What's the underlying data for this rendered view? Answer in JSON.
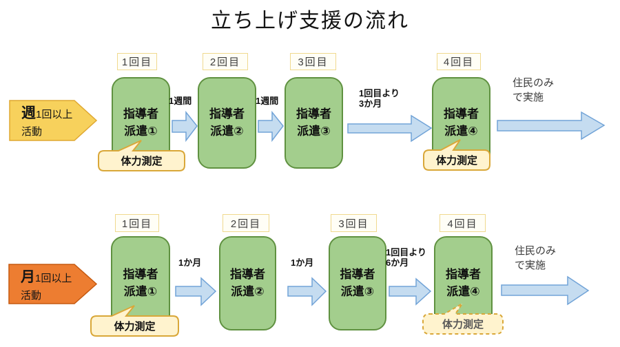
{
  "title": "立ち上げ支援の流れ",
  "colors": {
    "green_fill": "#a3ce8d",
    "green_border": "#5f9140",
    "yellow_fill": "#f7d15c",
    "yellow_border": "#dfa832",
    "orange_fill": "#ed7d31",
    "orange_border": "#c55a11",
    "blue_fill": "#c5dcf0",
    "blue_border": "#71a3d7",
    "callout_fill": "#fff3ce",
    "callout_border": "#d9a738",
    "label_fill": "#fffef6",
    "label_border": "#f0d98e"
  },
  "row1": {
    "tag_big": "週",
    "tag_rest": "1回以上",
    "tag_line2": "活動",
    "step_labels": [
      "1回目",
      "2回目",
      "3回目",
      "4回目"
    ],
    "boxes": [
      {
        "line1": "指導者",
        "line2": "派遣①"
      },
      {
        "line1": "指導者",
        "line2": "派遣②"
      },
      {
        "line1": "指導者",
        "line2": "派遣③"
      },
      {
        "line1": "指導者",
        "line2": "派遣④"
      }
    ],
    "arrow_label_1": "1週間",
    "arrow_label_2": "1週間",
    "arrow_label_3_line1": "1回目より",
    "arrow_label_3_line2": "3か月",
    "callout_first": "体力測定",
    "callout_last": "体力測定",
    "final_note_line1": "住民のみ",
    "final_note_line2": "で実施"
  },
  "row2": {
    "tag_big": "月",
    "tag_rest": "1回以上",
    "tag_line2": "活動",
    "step_labels": [
      "1回目",
      "2回目",
      "3回目",
      "4回目"
    ],
    "boxes": [
      {
        "line1": "指導者",
        "line2": "派遣①"
      },
      {
        "line1": "指導者",
        "line2": "派遣②"
      },
      {
        "line1": "指導者",
        "line2": "派遣③"
      },
      {
        "line1": "指導者",
        "line2": "派遣④"
      }
    ],
    "arrow_label_1": "1か月",
    "arrow_label_2": "1か月",
    "arrow_label_3_line1": "1回目より",
    "arrow_label_3_line2": "6か月",
    "callout_first": "体力測定",
    "callout_last": "体力測定",
    "final_note_line1": "住民のみ",
    "final_note_line2": "で実施"
  }
}
